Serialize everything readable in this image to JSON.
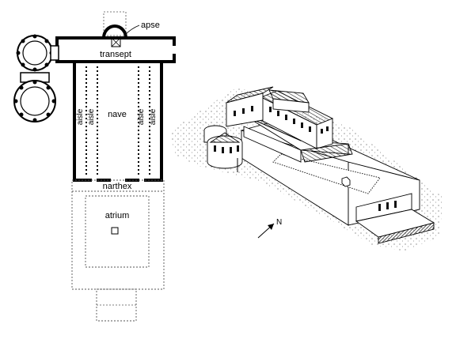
{
  "plan": {
    "labels": {
      "apse": "apse",
      "transept": "transept",
      "nave": "nave",
      "aisle": "aisle",
      "narthex": "narthex",
      "atrium": "atrium"
    }
  },
  "view": {
    "north": "N"
  }
}
